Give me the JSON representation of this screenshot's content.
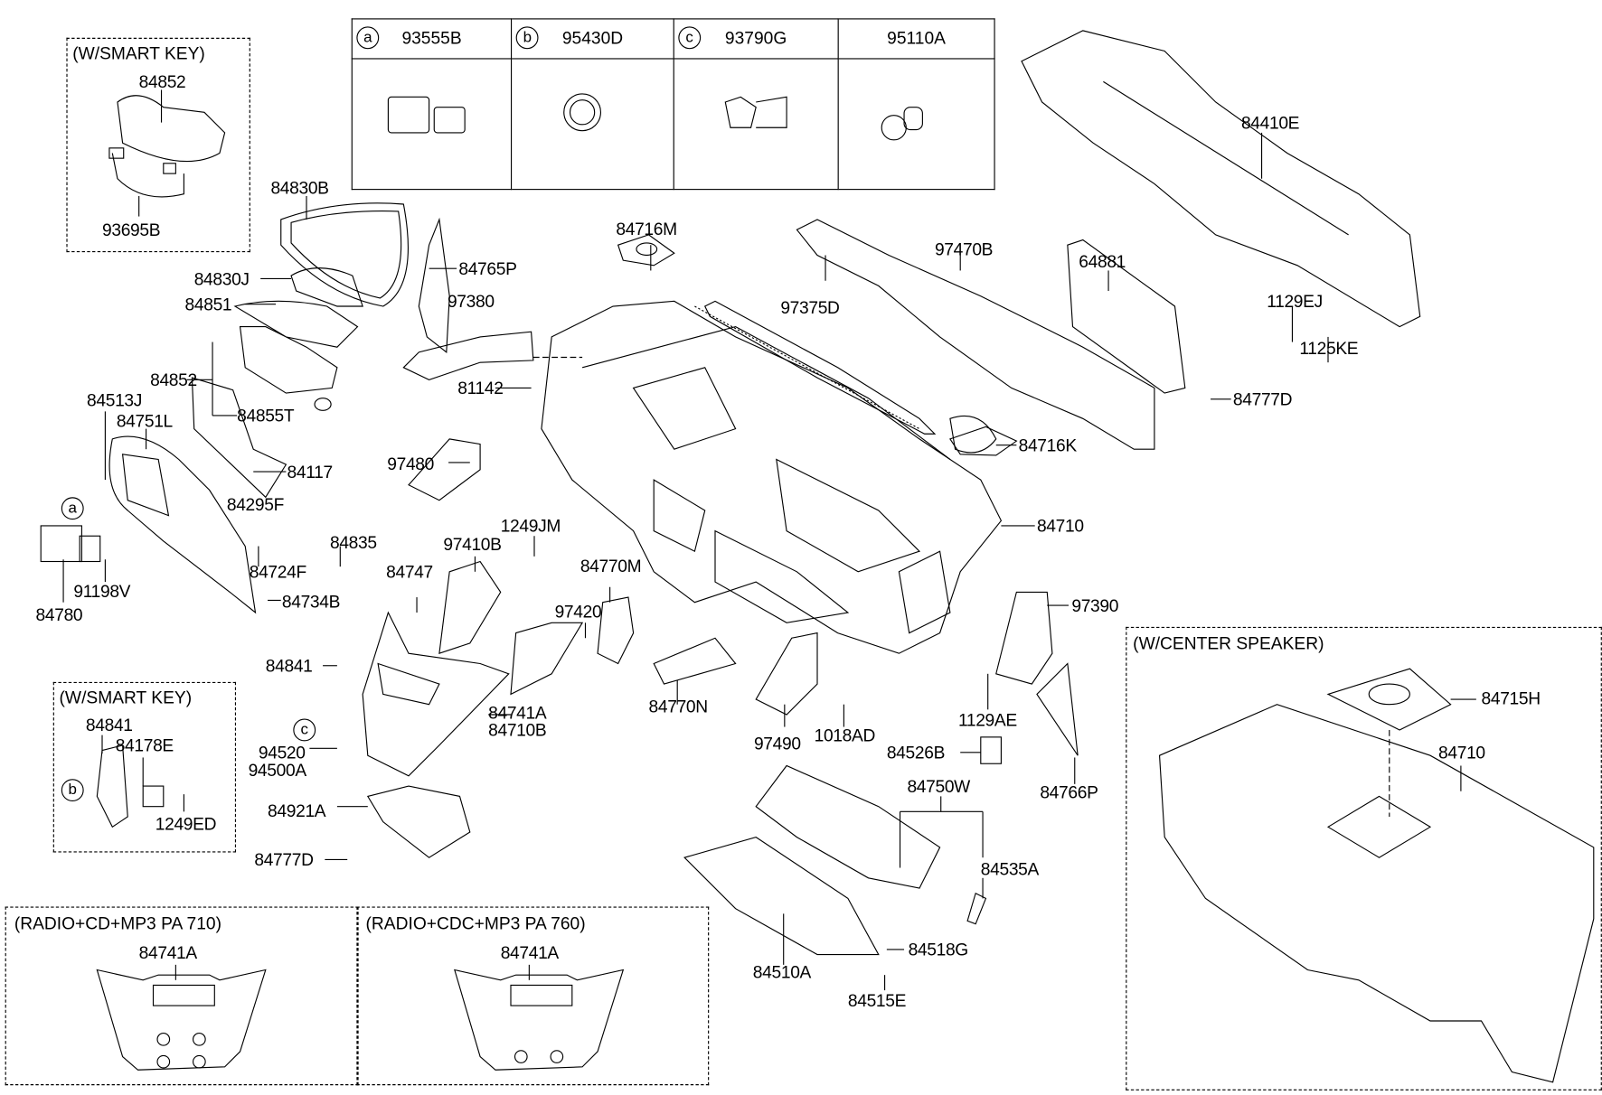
{
  "diagram": {
    "title": "Instrument panel / crash pad parts diagram",
    "legend_table": [
      {
        "marker": "a",
        "part": "93555B"
      },
      {
        "marker": "b",
        "part": "95430D"
      },
      {
        "marker": "c",
        "part": "93790G"
      },
      {
        "marker": "",
        "part": "95110A"
      }
    ],
    "boxes": {
      "smart_key_top": {
        "title": "(W/SMART KEY)",
        "parts": [
          "84852",
          "93695B"
        ]
      },
      "smart_key_bottom": {
        "title": "(W/SMART KEY)",
        "parts": [
          "84841",
          "84178E",
          "1249ED"
        ],
        "marker": "b"
      },
      "radio_cd": {
        "title": "(RADIO+CD+MP3 PA 710)",
        "parts": [
          "84741A"
        ]
      },
      "radio_cdc": {
        "title": "(RADIO+CDC+MP3 PA 760)",
        "parts": [
          "84741A"
        ]
      },
      "center_speaker": {
        "title": "(W/CENTER SPEAKER)",
        "parts": [
          "84715H",
          "84710"
        ]
      }
    },
    "labels": {
      "p84830B": "84830B",
      "p84765P": "84765P",
      "p84830J": "84830J",
      "p84851": "84851",
      "p97380": "97380",
      "p84852": "84852",
      "p84855T": "84855T",
      "p81142": "81142",
      "p84513J": "84513J",
      "p84751L": "84751L",
      "p84117": "84117",
      "p97480": "97480",
      "p84295F": "84295F",
      "p84724F": "84724F",
      "p84780": "84780",
      "p91198V": "91198V",
      "p84734B": "84734B",
      "p84835": "84835",
      "p84747": "84747",
      "p97410B": "97410B",
      "p1249JM": "1249JM",
      "p84841": "84841",
      "p97420": "97420",
      "p84770M": "84770M",
      "p84770N": "84770N",
      "p84741A": "84741A",
      "p84710B": "84710B",
      "p94520": "94520",
      "p94500A": "94500A",
      "p84921A": "84921A",
      "p84777D_a": "84777D",
      "p84716M": "84716M",
      "p97375D": "97375D",
      "p97470B": "97470B",
      "p64881": "64881",
      "p84410E": "84410E",
      "p1129EJ": "1129EJ",
      "p1125KE": "1125KE",
      "p84777D_b": "84777D",
      "p84716K": "84716K",
      "p84710": "84710",
      "p97390": "97390",
      "p1129AE": "1129AE",
      "p97490": "97490",
      "p1018AD": "1018AD",
      "p84526B": "84526B",
      "p84750W": "84750W",
      "p84535A": "84535A",
      "p84766P": "84766P",
      "p84510A": "84510A",
      "p84518G": "84518G",
      "p84515E": "84515E",
      "p93695B": "93695B",
      "p84852_sk": "84852",
      "p84841_sk": "84841",
      "p84178E": "84178E",
      "p1249ED": "1249ED",
      "p84741A_cd": "84741A",
      "p84741A_cdc": "84741A",
      "p84715H": "84715H",
      "p84710_cs": "84710"
    },
    "markers": {
      "a": "a",
      "b": "b",
      "c": "c"
    }
  }
}
